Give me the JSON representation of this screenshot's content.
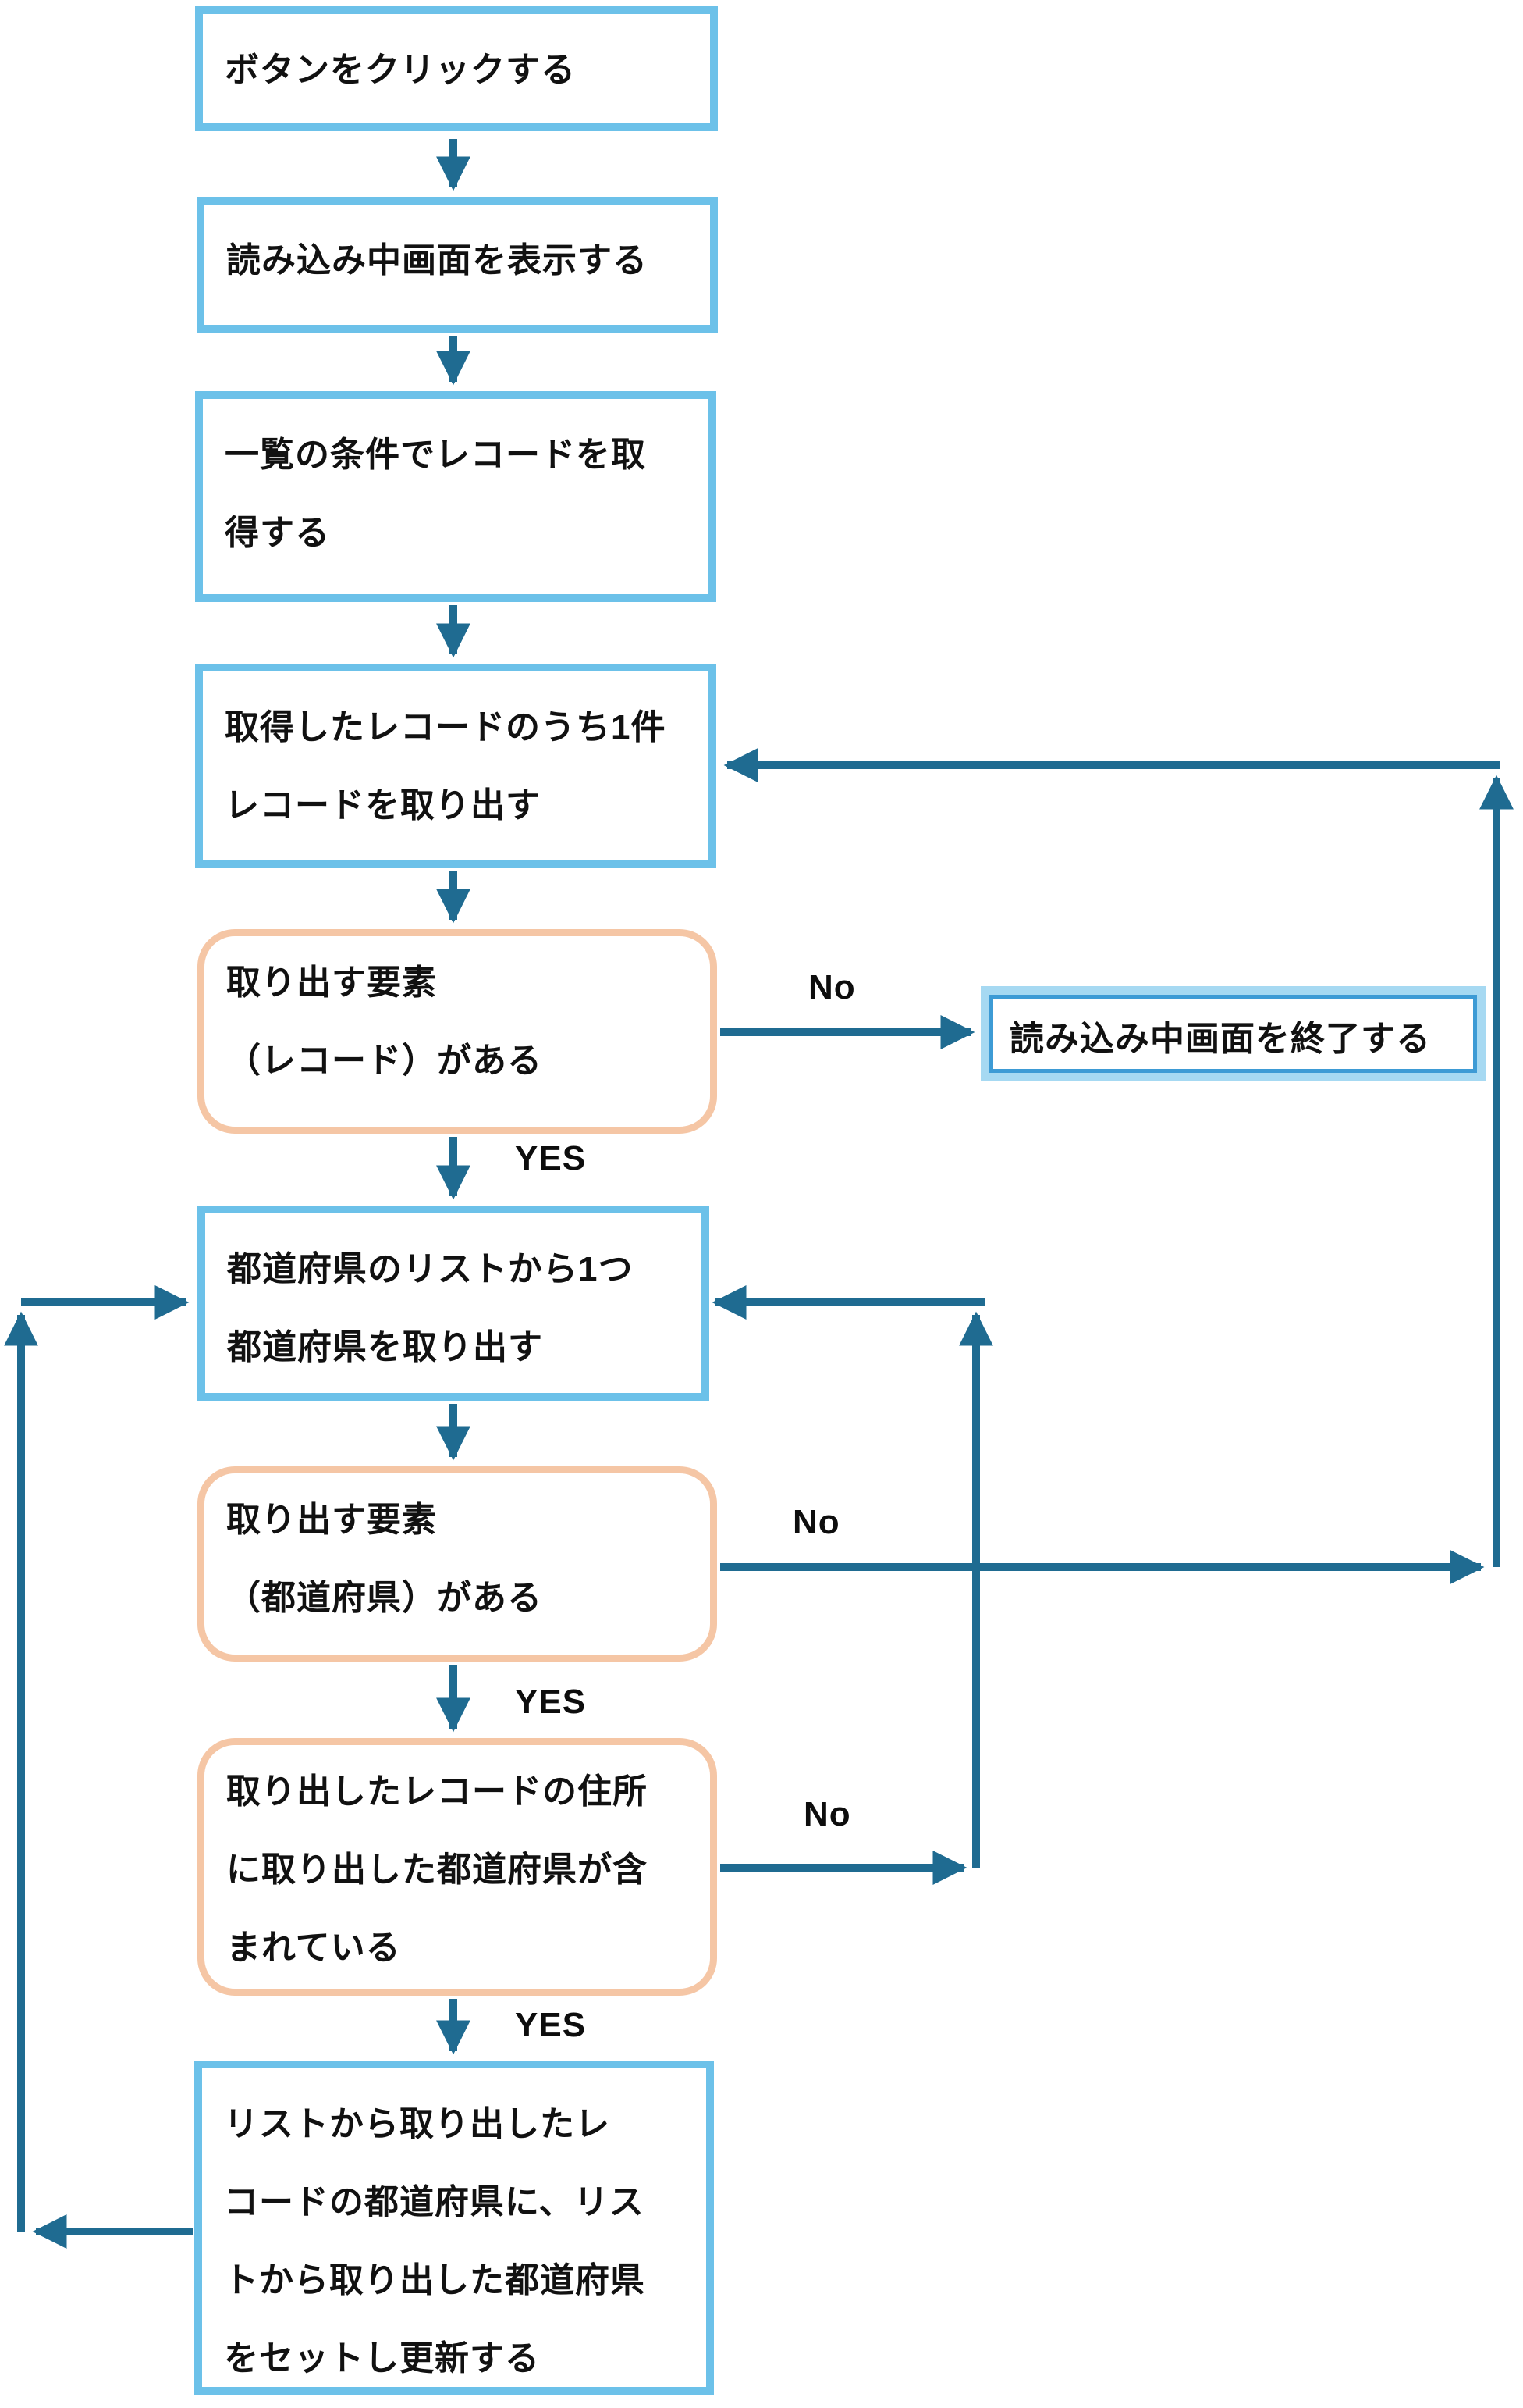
{
  "diagram": {
    "type": "flowchart",
    "language": "ja"
  },
  "colors": {
    "process_border": "#6CC1E9",
    "decision_border": "#F5C6A5",
    "terminator_border_outer": "#A6D9F2",
    "terminator_border_inner": "#3D9BD5",
    "connector": "#1F6B91",
    "text": "#111111",
    "background": "#ffffff"
  },
  "nodes": {
    "click_button": {
      "label": "ボタンをクリックする"
    },
    "show_loading": {
      "label": "読み込み中画面を表示する"
    },
    "fetch_records": {
      "label": "一覧の条件でレコードを取\n得する"
    },
    "take_one_record": {
      "label": "取得したレコードのうち1件\nレコードを取り出す"
    },
    "has_record": {
      "label": "取り出す要素\n（レコード）がある"
    },
    "end_loading": {
      "label": "読み込み中画面を終了する"
    },
    "take_one_pref": {
      "label": "都道府県のリストから1つ\n都道府県を取り出す"
    },
    "has_pref": {
      "label": "取り出す要素\n（都道府県）がある"
    },
    "addr_contains_pref": {
      "label": "取り出したレコードの住所\nに取り出した都道府県が含\nまれている"
    },
    "update_record": {
      "label": "リストから取り出したレ\nコードの都道府県に、リス\nトから取り出した都道府県\nをセットし更新する"
    }
  },
  "edge_labels": {
    "has_record_no": "No",
    "has_record_yes": "YES",
    "has_pref_no": "No",
    "has_pref_yes": "YES",
    "addr_contains_no": "No",
    "addr_contains_yes": "YES"
  }
}
